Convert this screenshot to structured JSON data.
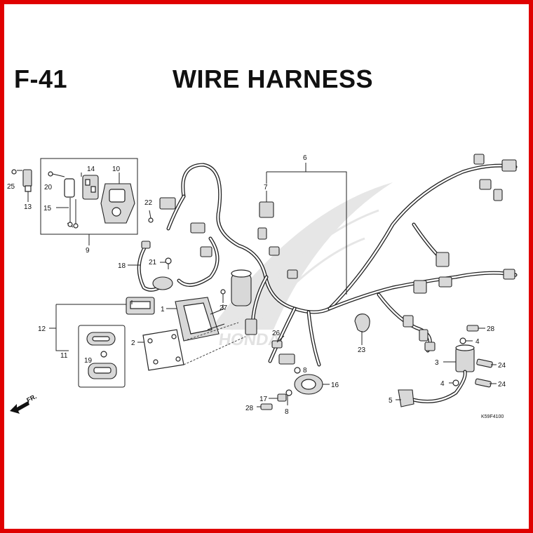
{
  "header": {
    "code": "F-41",
    "title": "WIRE HARNESS"
  },
  "watermark": "HONDA",
  "fr_label": "FR.",
  "drawing_code": "K59F4100",
  "colors": {
    "border": "#e00000",
    "ink": "#111111"
  },
  "callouts": {
    "c1": "1",
    "c2": "2",
    "c3": "3",
    "c4a": "4",
    "c4b": "4",
    "c5": "5",
    "c6": "6",
    "c7": "7",
    "c8a": "8",
    "c8b": "8",
    "c9": "9",
    "c10": "10",
    "c11": "11",
    "c12": "12",
    "c13": "13",
    "c14": "14",
    "c15": "15",
    "c16": "16",
    "c17": "17",
    "c18": "18",
    "c19": "19",
    "c20": "20",
    "c21": "21",
    "c22": "22",
    "c23": "23",
    "c24a": "24",
    "c24b": "24",
    "c25": "25",
    "c26": "26",
    "c27": "27",
    "c28a": "28",
    "c28b": "28"
  }
}
